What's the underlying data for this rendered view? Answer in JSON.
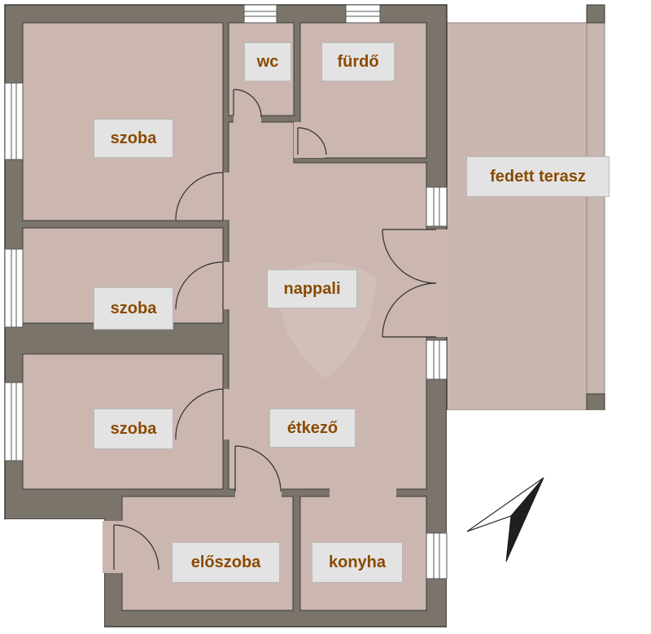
{
  "rooms": {
    "szoba_1": "szoba",
    "szoba_2": "szoba",
    "szoba_3": "szoba",
    "wc": "wc",
    "furdo": "fürdő",
    "nappali": "nappali",
    "etkezo": "étkező",
    "eloszoba": "előszoba",
    "konyha": "konyha",
    "terasz": "fedett terasz"
  },
  "colors": {
    "wall": "#7a746a",
    "wall_outline": "#3a3a3a",
    "floor": "#cbb7b0",
    "terrace": "#c9b6ae",
    "label_bg": "#e3e3e3",
    "label_text": "#8a4a00"
  },
  "icons": {
    "compass": "north-arrow-icon",
    "watermark": "shield-watermark-icon"
  }
}
